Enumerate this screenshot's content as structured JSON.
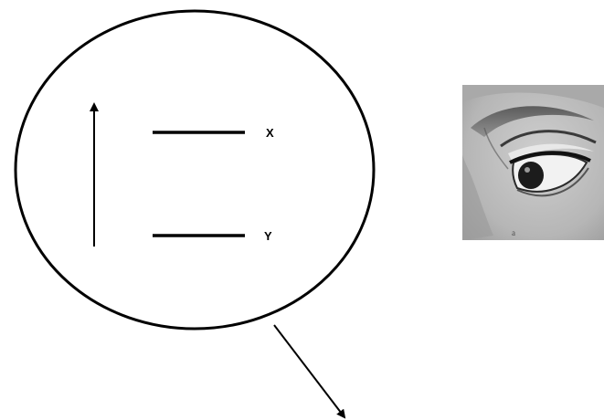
{
  "diagram": {
    "line_x_label": "X",
    "line_y_label": "Y",
    "photo_caption": "a",
    "icons": {
      "vertical_arrow": "up-arrow-icon",
      "diagonal_arrow": "down-right-arrow-icon",
      "photo": "eye-drawing"
    },
    "colors": {
      "stroke": "#000000",
      "background": "#ffffff",
      "photo_background": "#b9b9b9"
    }
  }
}
